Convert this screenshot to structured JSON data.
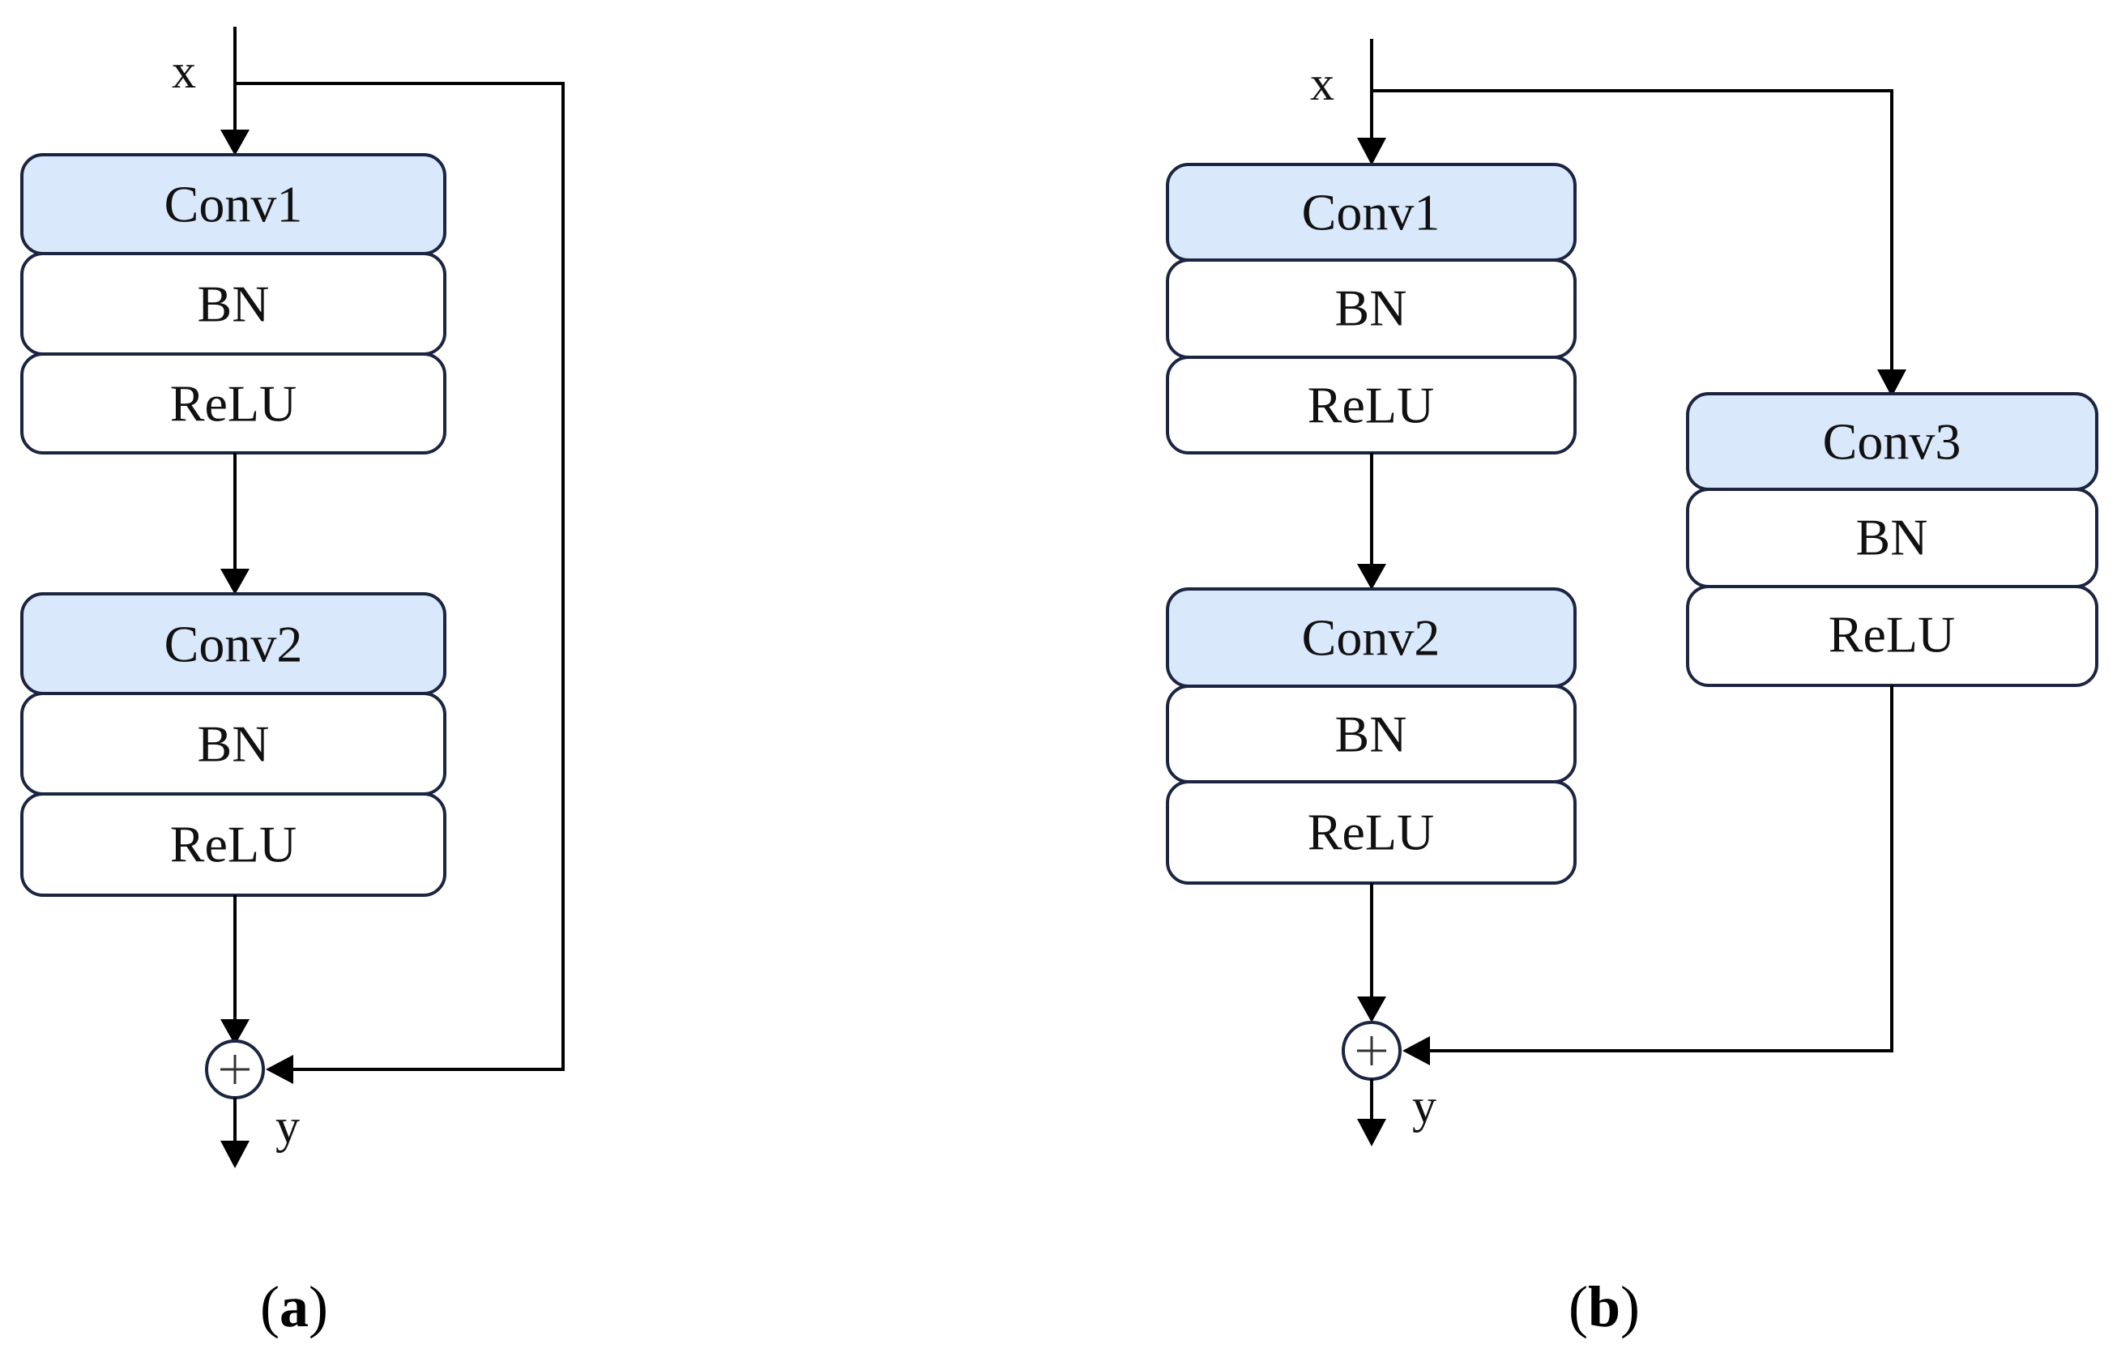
{
  "panel_a": {
    "input_label": "x",
    "output_label": "y",
    "caption_open": "(",
    "caption_letter": "a",
    "caption_close": ")",
    "block1": [
      "Conv1",
      "BN",
      "ReLU"
    ],
    "block2": [
      "Conv2",
      "BN",
      "ReLU"
    ]
  },
  "panel_b": {
    "input_label": "x",
    "output_label": "y",
    "caption_open": "(",
    "caption_letter": "b",
    "caption_close": ")",
    "block1": [
      "Conv1",
      "BN",
      "ReLU"
    ],
    "block2": [
      "Conv2",
      "BN",
      "ReLU"
    ],
    "shortcut_block": [
      "Conv3",
      "BN",
      "ReLU"
    ]
  },
  "colors": {
    "conv_fill": "#dae8fb",
    "border": "#1b2441"
  }
}
